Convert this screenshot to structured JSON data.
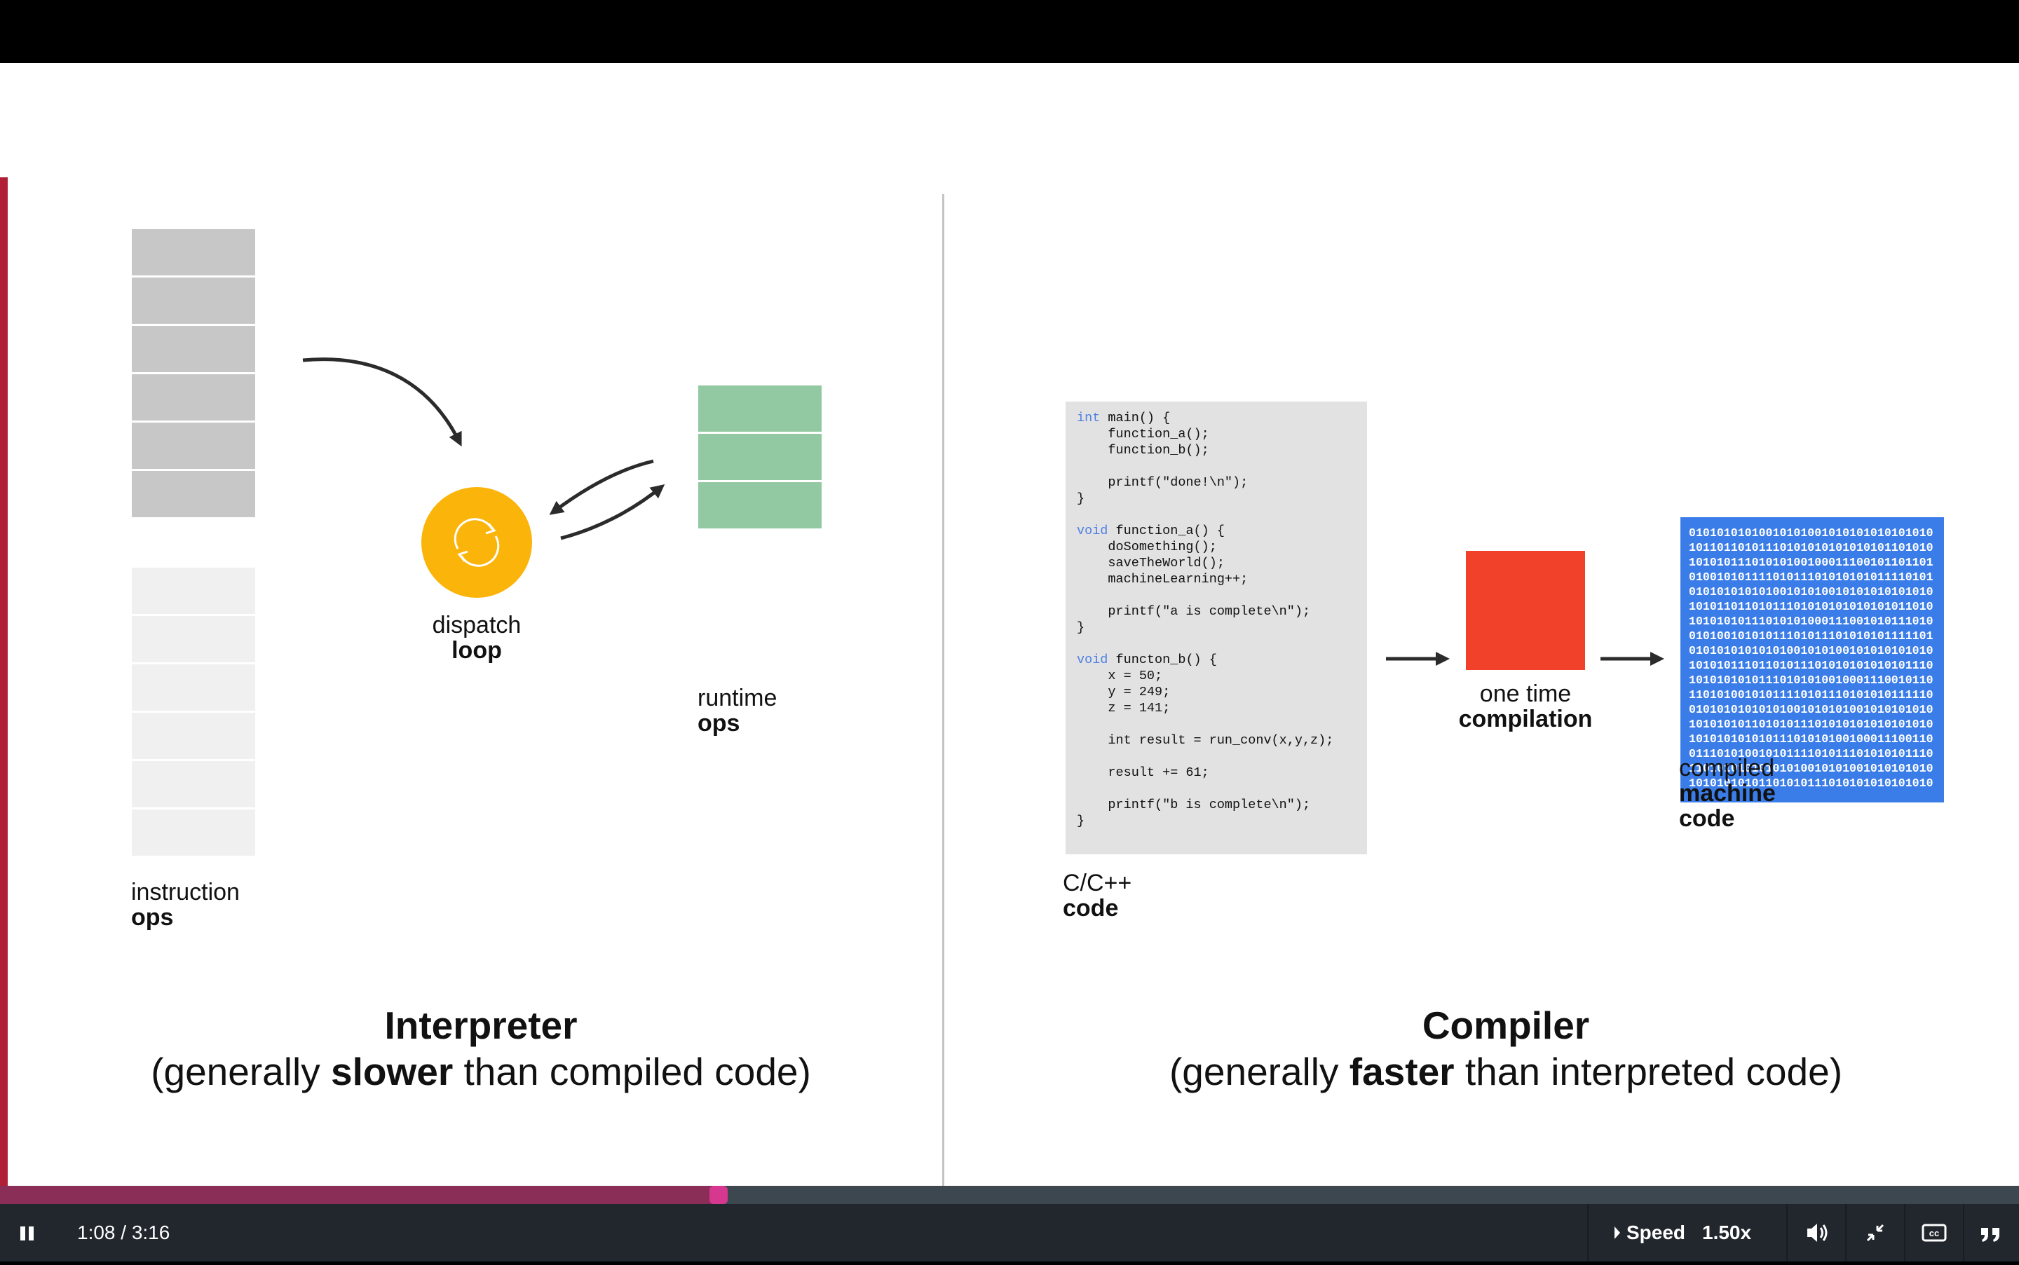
{
  "colors": {
    "accent": "#b01f36",
    "instruction_ops_filled": "#c7c7c7",
    "instruction_ops_empty": "#f0f0f0",
    "runtime_ops": "#93c9a2",
    "dispatch": "#fbb40a",
    "compilation": "#f2412b",
    "machine_code": "#3b7de8",
    "progress": "#8a2e57",
    "knob": "#d6378f"
  },
  "interpreter": {
    "instruction_ops_label": "instruction",
    "instruction_ops_bold": "ops",
    "dispatch_label": "dispatch",
    "dispatch_bold": "loop",
    "runtime_ops_label": "runtime",
    "runtime_ops_bold": "ops",
    "title": "Interpreter",
    "subtitle_pre": "(generally ",
    "subtitle_bold": "slower",
    "subtitle_post": " than compiled code)"
  },
  "compiler": {
    "code_lines": [
      [
        "int",
        " main() {"
      ],
      [
        "",
        "    function_a();"
      ],
      [
        "",
        "    function_b();"
      ],
      [
        "",
        ""
      ],
      [
        "",
        "    printf(\"done!\\n\");"
      ],
      [
        "",
        "}"
      ],
      [
        "",
        ""
      ],
      [
        "void",
        " function_a() {"
      ],
      [
        "",
        "    doSomething();"
      ],
      [
        "",
        "    saveTheWorld();"
      ],
      [
        "",
        "    machineLearning++;"
      ],
      [
        "",
        ""
      ],
      [
        "",
        "    printf(\"a is complete\\n\");"
      ],
      [
        "",
        "}"
      ],
      [
        "",
        ""
      ],
      [
        "void",
        " functon_b() {"
      ],
      [
        "",
        "    x = 50;"
      ],
      [
        "",
        "    y = 249;"
      ],
      [
        "",
        "    z = 141;"
      ],
      [
        "",
        ""
      ],
      [
        "",
        "    int result = run_conv(x,y,z);"
      ],
      [
        "",
        ""
      ],
      [
        "",
        "    result += 61;"
      ],
      [
        "",
        ""
      ],
      [
        "",
        "    printf(\"b is complete\\n\");"
      ],
      [
        "",
        "}"
      ]
    ],
    "code_label": "C/C++",
    "code_bold": "code",
    "compilation_label": "one time",
    "compilation_bold": "compilation",
    "binary_lines": [
      "01010101010010101001010101010101010",
      "10110110101110101010101010101101010",
      "10101011101010100100011100101101101",
      "01001010111101011101010101011110101",
      "01010101010100101010010101010101010",
      "10101101101011101010101010101011010",
      "10101010111010101000111001010111010",
      "01010010101011101011101010101111101",
      "01010101010101001010100101010101010",
      "10101011101101011101010101010101110",
      "10101010101110101010010001110010110",
      "11010100101011110101110101010111110",
      "01010101010101001010101001010101010",
      "10101010110101011101010101010101010",
      "10101010101011101010100100011100110",
      "01110101001010111101011101010101110",
      "11010101010101010010101001010101010",
      "10101010101101010111010101010101010"
    ],
    "machine_label": "compiled",
    "machine_bold_1": "machine",
    "machine_bold_2": "code",
    "title": "Compiler",
    "subtitle_pre": "(generally ",
    "subtitle_bold": "faster",
    "subtitle_post": " than interpreted code)"
  },
  "player": {
    "time": "1:08 / 3:16",
    "progress_fraction": 0.356,
    "speed_label": "Speed",
    "speed_value": "1.50x",
    "play_state_icon": "pause-icon",
    "icons": [
      "volume-icon",
      "exit-fullscreen-icon",
      "captions-icon",
      "transcript-quote-icon"
    ]
  }
}
